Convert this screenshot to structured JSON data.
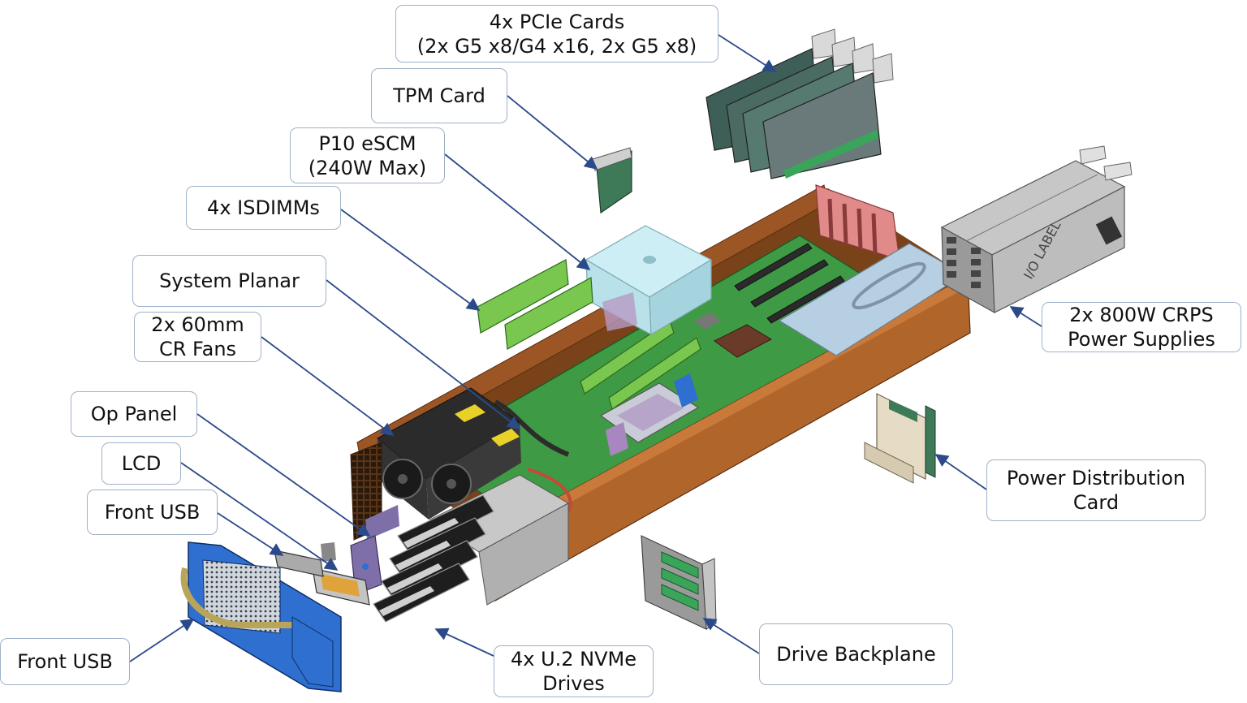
{
  "title": "",
  "callouts": {
    "pcie_cards": "4x PCIe Cards\n(2x G5 x8/G4 x16, 2x G5 x8)",
    "tpm_card": "TPM Card",
    "p10_escm": "P10 eSCM\n(240W Max)",
    "isdimms": "4x ISDIMMs",
    "system_planar": "System Planar",
    "cr_fans": "2x 60mm\nCR Fans",
    "op_panel": "Op Panel",
    "lcd": "LCD",
    "front_usb_upper": "Front USB",
    "front_usb_lower": "Front USB",
    "nvme_drives": "4x U.2 NVMe\nDrives",
    "drive_backplane": "Drive Backplane",
    "power_distribution": "Power Distribution\nCard",
    "power_supplies": "2x 800W CRPS\nPower Supplies"
  },
  "colors": {
    "chassis": "#8a4a1c",
    "planar": "#3f9a45",
    "dimm": "#7ac74f",
    "leader": "#2a4a8a",
    "callout_border": "#9fb2c8",
    "bezel": "#2f6fd0",
    "psu": "#9a9a9a"
  },
  "icons": {
    "psu_label": "I/O LABEL"
  }
}
